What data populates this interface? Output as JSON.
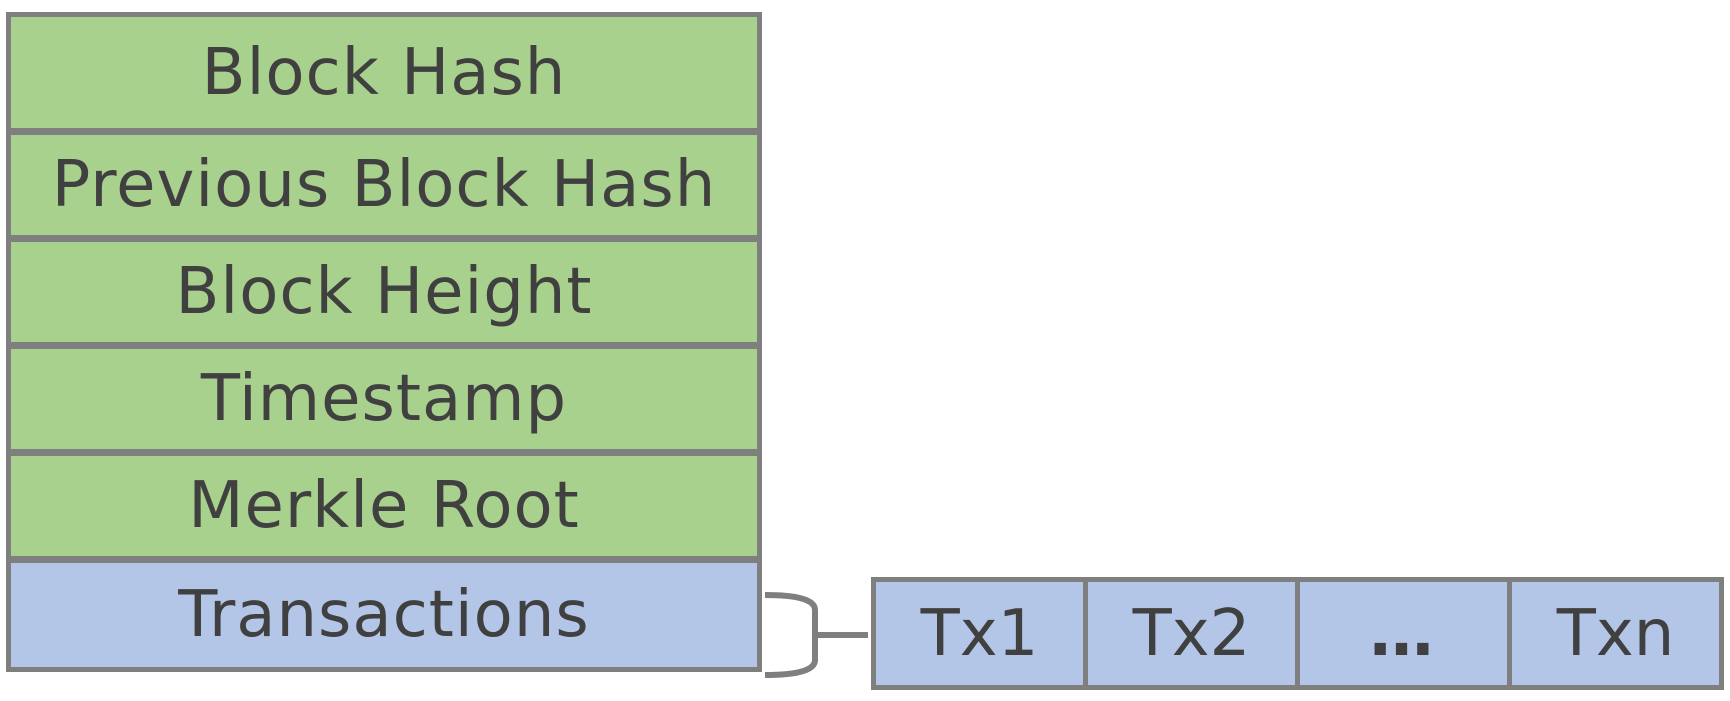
{
  "block": {
    "fields": [
      {
        "label": "Block Hash"
      },
      {
        "label": "Previous Block Hash"
      },
      {
        "label": "Block Height"
      },
      {
        "label": "Timestamp"
      },
      {
        "label": "Merkle Root"
      }
    ],
    "transactions_label": "Transactions"
  },
  "transactions": {
    "items": [
      {
        "label": "Tx1"
      },
      {
        "label": "Tx2"
      },
      {
        "label": "…"
      },
      {
        "label": "Txn"
      }
    ]
  },
  "colors": {
    "header_fill": "#a9d18e",
    "body_fill": "#b4c6e7",
    "border": "#7f7f7f",
    "text": "#404040"
  }
}
